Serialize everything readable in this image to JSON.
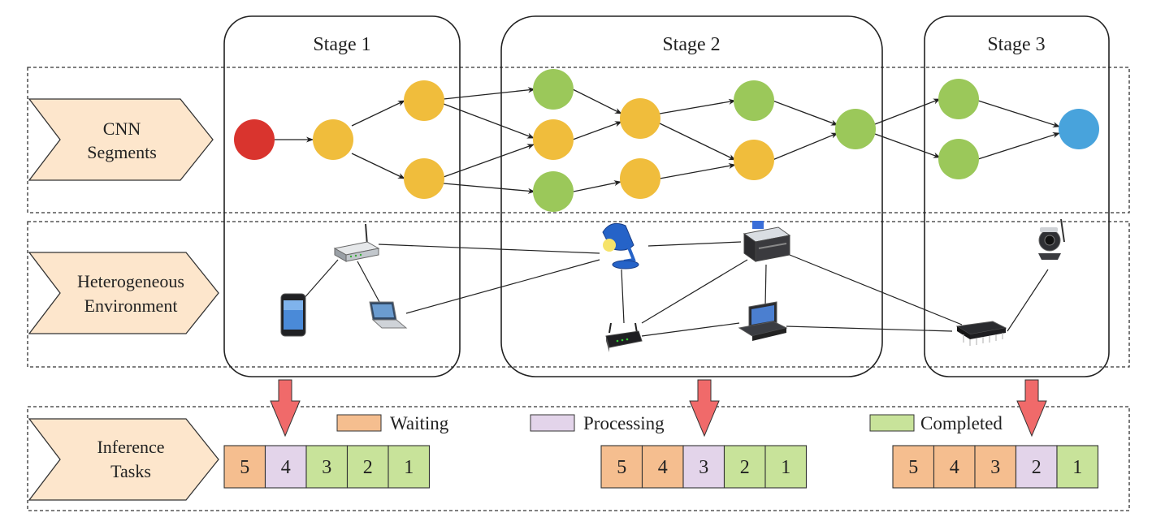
{
  "stages": [
    {
      "label": "Stage 1"
    },
    {
      "label": "Stage 2"
    },
    {
      "label": "Stage 3"
    }
  ],
  "rows": [
    {
      "label_line1": "CNN",
      "label_line2": "Segments"
    },
    {
      "label_line1": "Heterogeneous",
      "label_line2": "Environment"
    },
    {
      "label_line1": "Inference",
      "label_line2": "Tasks"
    }
  ],
  "legend": [
    {
      "label": "Waiting",
      "color": "#f5be8f"
    },
    {
      "label": "Processing",
      "color": "#e3d4ea"
    },
    {
      "label": "Completed",
      "color": "#c8e39a"
    }
  ],
  "task_queues": [
    {
      "cells": [
        {
          "label": "5",
          "state": "waiting"
        },
        {
          "label": "4",
          "state": "processing"
        },
        {
          "label": "3",
          "state": "completed"
        },
        {
          "label": "2",
          "state": "completed"
        },
        {
          "label": "1",
          "state": "completed"
        }
      ]
    },
    {
      "cells": [
        {
          "label": "5",
          "state": "waiting"
        },
        {
          "label": "4",
          "state": "waiting"
        },
        {
          "label": "3",
          "state": "processing"
        },
        {
          "label": "2",
          "state": "completed"
        },
        {
          "label": "1",
          "state": "completed"
        }
      ]
    },
    {
      "cells": [
        {
          "label": "5",
          "state": "waiting"
        },
        {
          "label": "4",
          "state": "waiting"
        },
        {
          "label": "3",
          "state": "waiting"
        },
        {
          "label": "2",
          "state": "processing"
        },
        {
          "label": "1",
          "state": "completed"
        }
      ]
    }
  ],
  "colors": {
    "node_input": "#d9342e",
    "node_orange": "#f0bd3c",
    "node_green": "#9bc85a",
    "node_output": "#48a3dc",
    "label_fill": "#fde6cc",
    "arrow_red": "#f06a6a",
    "state_waiting": "#f5be8f",
    "state_processing": "#e3d4ea",
    "state_completed": "#c8e39a"
  },
  "devices": [
    {
      "icon": "router-icon"
    },
    {
      "icon": "smartphone-icon"
    },
    {
      "icon": "laptop-icon"
    },
    {
      "icon": "desk-lamp-icon"
    },
    {
      "icon": "printer-icon"
    },
    {
      "icon": "wireless-router-icon"
    },
    {
      "icon": "desktop-computer-icon"
    },
    {
      "icon": "ip-camera-icon"
    },
    {
      "icon": "microchip-icon"
    }
  ]
}
